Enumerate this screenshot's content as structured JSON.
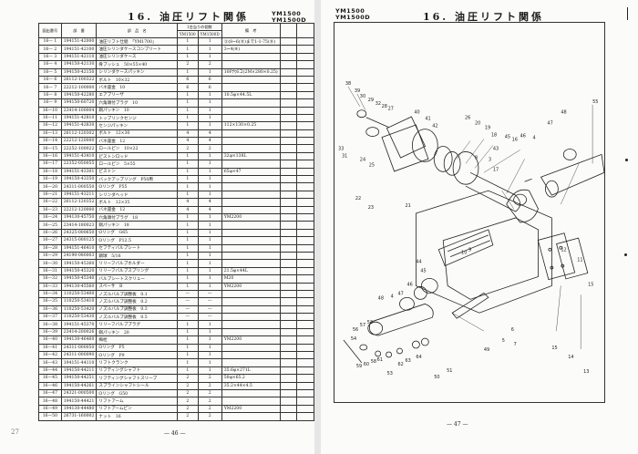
{
  "left_page": {
    "title": "16. 油圧リフト関係",
    "model_line1": "YM1500",
    "model_line2": "YM1500D",
    "page_number": "— 46 —",
    "handwritten_note": "27",
    "table": {
      "headers": {
        "ref_no": "図出番号",
        "part_no": "部　番",
        "part_name": "部　品　名",
        "qty_group": "1台当りの個数",
        "qty_a": "YM1500",
        "qty_b": "YM1500D",
        "remarks": "備　考"
      },
      "rows": [
        {
          "no": "16— 1",
          "pn": "194151-42000",
          "name": "油圧リフト仕組　「YM1700」",
          "a": "1",
          "b": "1",
          "rem": "②(8~6(⑧)まで1-1-75(⑧)"
        },
        {
          "no": "16— 2",
          "pn": "194151-42100",
          "name": "油圧シリンダケースコンプリート",
          "a": "1",
          "b": "1",
          "rem": "3~4(⑧)"
        },
        {
          "no": "16— 3",
          "pn": "194151-42110",
          "name": "油圧シリンダケース",
          "a": "1",
          "b": "1",
          "rem": ""
        },
        {
          "no": "16— 4",
          "pn": "194150-42130",
          "name": "骨ブッシュ　50×55×40",
          "a": "2",
          "b": "2",
          "rem": ""
        },
        {
          "no": "16— 5",
          "pn": "194150-42150",
          "name": "シリンダケースパッキン",
          "a": "1",
          "b": "1",
          "rem": "10P穴6コ(2M×280×0.25)"
        },
        {
          "no": "16— 6",
          "pn": "26112-100322",
          "name": "ボルト　10×32",
          "a": "6",
          "b": "6",
          "rem": ""
        },
        {
          "no": "16— 7",
          "pn": "22212-100000",
          "name": "バネ座金　10",
          "a": "6",
          "b": "6",
          "rem": ""
        },
        {
          "no": "16— 8",
          "pn": "194150-42280",
          "name": "エアブリーザ",
          "a": "1",
          "b": "1",
          "rem": "10.5φ×44.5L"
        },
        {
          "no": "16— 9",
          "pn": "194150-60720",
          "name": "六角頭付プラグ　10",
          "a": "1",
          "b": "1",
          "rem": ""
        },
        {
          "no": "16—10",
          "pn": "23414-100004",
          "name": "銅パッキン　10",
          "a": "1",
          "b": "1",
          "rem": ""
        },
        {
          "no": "16—11",
          "pn": "194151-42810",
          "name": "トップリンクセンジ",
          "a": "1",
          "b": "1",
          "rem": ""
        },
        {
          "no": "16—12",
          "pn": "194151-42830",
          "name": "センジパッキン",
          "a": "1",
          "b": "1",
          "rem": "112×130×0.25"
        },
        {
          "no": "16—13",
          "pn": "26112-120302",
          "name": "ボルト　12×30",
          "a": "4",
          "b": "4",
          "rem": ""
        },
        {
          "no": "16—14",
          "pn": "22212-120000",
          "name": "バネ座金　12",
          "a": "4",
          "b": "4",
          "rem": ""
        },
        {
          "no": "16—15",
          "pn": "22252-100022",
          "name": "ロールピン　10×22",
          "a": "2",
          "b": "2",
          "rem": ""
        },
        {
          "no": "16—16",
          "pn": "194151-43410",
          "name": "ピストンロッド",
          "a": "1",
          "b": "1",
          "rem": "32φ×138L"
        },
        {
          "no": "16—17",
          "pn": "22352-050055",
          "name": "ロールピン　5×55",
          "a": "1",
          "b": "1",
          "rem": ""
        },
        {
          "no": "16—18",
          "pn": "194151-43301",
          "name": "ピストン",
          "a": "1",
          "b": "1",
          "rem": "65φ×47"
        },
        {
          "no": "16—19",
          "pn": "194150-43350",
          "name": "バックアップリング　P50用",
          "a": "1",
          "b": "1",
          "rem": ""
        },
        {
          "no": "16—20",
          "pn": "24311-000550",
          "name": "Oリング　P55",
          "a": "1",
          "b": "1",
          "rem": ""
        },
        {
          "no": "16—21",
          "pn": "194151-43211",
          "name": "シリンダヘッド",
          "a": "1",
          "b": "1",
          "rem": ""
        },
        {
          "no": "16—22",
          "pn": "26112-120352",
          "name": "ボルト　12×35",
          "a": "4",
          "b": "4",
          "rem": ""
        },
        {
          "no": "16—23",
          "pn": "22212-120000",
          "name": "バネ座金　12",
          "a": "4",
          "b": "4",
          "rem": ""
        },
        {
          "no": "16—24",
          "pn": "194130-45750",
          "name": "六角頭付プラグ　18",
          "a": "1",
          "b": "1",
          "rem": "YM2200"
        },
        {
          "no": "16—25",
          "pn": "23414-180023",
          "name": "銅パッキン　18",
          "a": "1",
          "b": "1",
          "rem": ""
        },
        {
          "no": "16—26",
          "pn": "24325-000650",
          "name": "Oリング　G65",
          "a": "1",
          "b": "1",
          "rem": ""
        },
        {
          "no": "16—27",
          "pn": "24315-000125",
          "name": "Oリング　P12.5",
          "a": "1",
          "b": "1",
          "rem": ""
        },
        {
          "no": "16—28",
          "pn": "194151-46410",
          "name": "セフティバルブシート",
          "a": "1",
          "b": "1",
          "rem": ""
        },
        {
          "no": "16—29",
          "pn": "24190-080003",
          "name": "鋼球　5/16",
          "a": "1",
          "b": "1",
          "rem": ""
        },
        {
          "no": "16—30",
          "pn": "194150-45360",
          "name": "リリーフバルブホルダー",
          "a": "1",
          "b": "1",
          "rem": ""
        },
        {
          "no": "16—31",
          "pn": "194150-45320",
          "name": "リリーフバルブスプリング",
          "a": "1",
          "b": "1",
          "rem": "21.5φ×44L"
        },
        {
          "no": "16—32",
          "pn": "194150-45340",
          "name": "バルブシートスクリュー",
          "a": "1",
          "b": "1",
          "rem": "M20"
        },
        {
          "no": "16—33",
          "pn": "194130-45560",
          "name": "スペーサ　B",
          "a": "1",
          "b": "1",
          "rem": "YM2200"
        },
        {
          "no": "16—34",
          "pn": "110250-53400",
          "name": "ノズルバルブ調整板　0.1",
          "a": "—",
          "b": "—",
          "rem": ""
        },
        {
          "no": "16—35",
          "pn": "110250-53410",
          "name": "ノズルバルブ調整板　0.2",
          "a": "—",
          "b": "—",
          "rem": ""
        },
        {
          "no": "16—36",
          "pn": "110250-53420",
          "name": "ノズルバルブ調整板　0.3",
          "a": "—",
          "b": "—",
          "rem": ""
        },
        {
          "no": "16—37",
          "pn": "110250-53430",
          "name": "ノズルバルブ調整板　0.5",
          "a": "—",
          "b": "—",
          "rem": ""
        },
        {
          "no": "16—38",
          "pn": "194151-45370",
          "name": "リリーフバルブプラグ",
          "a": "1",
          "b": "1",
          "rem": ""
        },
        {
          "no": "16—39",
          "pn": "23414-200026",
          "name": "銅パッキン　20",
          "a": "1",
          "b": "1",
          "rem": ""
        },
        {
          "no": "16—40",
          "pn": "194130-46460",
          "name": "梅栓",
          "a": "1",
          "b": "1",
          "rem": "YM2200"
        },
        {
          "no": "16—41",
          "pn": "24311-000050",
          "name": "Oリング　P5",
          "a": "1",
          "b": "1",
          "rem": ""
        },
        {
          "no": "16—42",
          "pn": "24311-000090",
          "name": "Oリング　P9",
          "a": "1",
          "b": "1",
          "rem": ""
        },
        {
          "no": "16—43",
          "pn": "194151-44110",
          "name": "リフトクランク",
          "a": "1",
          "b": "1",
          "rem": ""
        },
        {
          "no": "16—44",
          "pn": "194150-44211",
          "name": "リフティングシャフト",
          "a": "1",
          "b": "1",
          "rem": "35.6φ×271L"
        },
        {
          "no": "16—45",
          "pn": "194150-44251",
          "name": "リフティングシャフトスリーブ",
          "a": "2",
          "b": "2",
          "rem": "50φ×65.2"
        },
        {
          "no": "16—46",
          "pn": "194150-44261",
          "name": "スプラインシャフトシール",
          "a": "2",
          "b": "2",
          "rem": "35.2×44×4.5"
        },
        {
          "no": "16—47",
          "pn": "24321-000500",
          "name": "Oリング　G50",
          "a": "2",
          "b": "2",
          "rem": ""
        },
        {
          "no": "16—48",
          "pn": "194150-44421",
          "name": "リフトアーム",
          "a": "2",
          "b": "2",
          "rem": ""
        },
        {
          "no": "16—49",
          "pn": "194130-44480",
          "name": "リフトアームピン",
          "a": "2",
          "b": "2",
          "rem": "YM2200"
        },
        {
          "no": "16—50",
          "pn": "26731-160002",
          "name": "ナット　16",
          "a": "2",
          "b": "2",
          "rem": ""
        }
      ]
    }
  },
  "right_page": {
    "title": "16. 油圧リフト関係",
    "model_line1": "YM1500",
    "model_line2": "YM1500D",
    "page_number": "— 47 —",
    "diagram": {
      "description": "Exploded view of hydraulic lift assembly",
      "callouts": [
        "38",
        "39",
        "30",
        "29",
        "32",
        "28",
        "27",
        "40",
        "41",
        "42",
        "26",
        "20",
        "19",
        "18",
        "16",
        "33",
        "31",
        "24",
        "25",
        "22",
        "23",
        "21",
        "17",
        "55",
        "48",
        "47",
        "4",
        "46",
        "45",
        "43",
        "8",
        "3",
        "10",
        "9",
        "44",
        "12",
        "11",
        "15",
        "5",
        "6",
        "7",
        "49",
        "14",
        "13",
        "56",
        "57",
        "52",
        "54",
        "53",
        "58",
        "59",
        "60",
        "61",
        "62",
        "63",
        "64",
        "50",
        "51"
      ]
    }
  }
}
